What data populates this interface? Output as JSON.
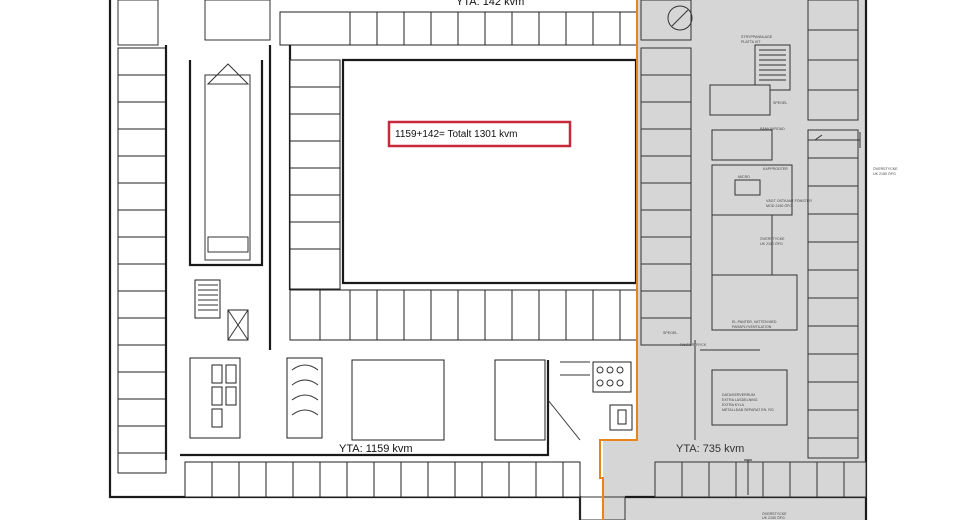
{
  "labels": {
    "top_area": "YTA: 142 kvm",
    "left_area": "YTA: 1159 kvm",
    "right_area": "YTA: 735 kvm",
    "total_box": "1159+142= Totalt 1301 kvm"
  },
  "annotations": {
    "trappa": "STRYPPANNLAGE",
    "platta": "PLATTA VIT",
    "spegel1": "SPEGEL",
    "bankavrad": "BÄNKAVROAD",
    "overstycke1": "ÖVERSTYCKE",
    "overstycke1b": "UK 2150 ÖFG",
    "kapprod": "KAPPRODTER",
    "micro": "MICRO",
    "fonster": "VÄGT OSTKANT FÖNSTER",
    "fonster_b": "MOD 2150 ÖFG",
    "overstycke2": "ÖVERSTYCKE",
    "overstycke2b": "UK 2150 ÖFG",
    "elpanter": "EL-PANTER, VATTEN MED",
    "elpanter_b": "PARAPLYVENTILATION",
    "spegel2": "SPEGEL",
    "fakturatryck": "FAKTURTRYCK",
    "data1": "DATA/SERVERRUM",
    "data2": "EXTRA LASDELNING",
    "data3": "EXTRA KYLA",
    "data4": "METALLDAB SEPARAT EN. RO",
    "overstycke3": "ÖVERSTYCKE",
    "overstycke3b": "UK 2150 ÖFG"
  },
  "colors": {
    "highlight_box": "#c8283c",
    "boundary_line": "#e8841a",
    "gray_zone": "#d6d6d6",
    "walls": "#1a1a1a"
  }
}
